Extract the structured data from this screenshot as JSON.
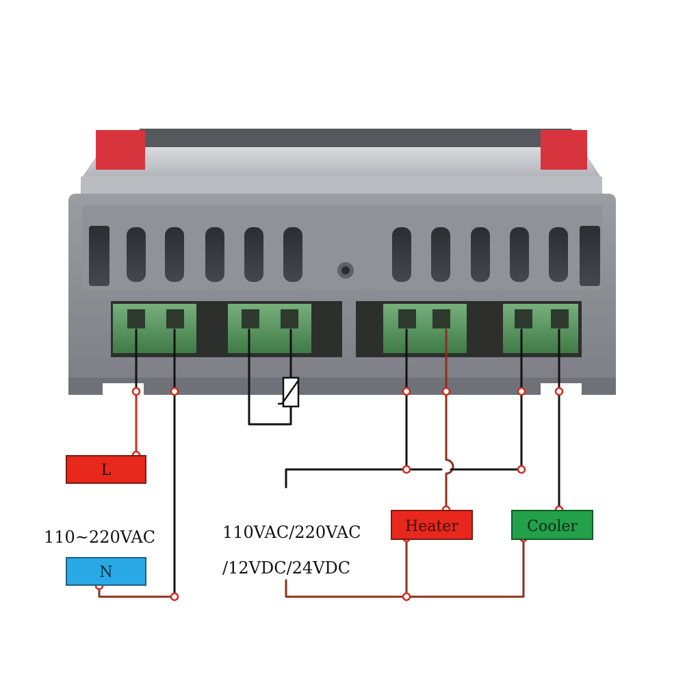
{
  "labels": {
    "live": "L",
    "neutral": "N",
    "supply_voltage": "110~220VAC",
    "load_voltage_line1": "110VAC/220VAC",
    "load_voltage_line2": "/12VDC/24VDC",
    "heater": "Heater",
    "cooler": "Cooler"
  },
  "colors": {
    "live_box": "#e8281c",
    "neutral_box": "#29a9e6",
    "heater_box": "#e8281c",
    "cooler_box": "#22a04a",
    "wire_black": "#111111",
    "wire_brown": "#8b2f1c",
    "wire_red": "#d42a1d",
    "terminal_green": "#5c9a62",
    "housing_gray": "#8a8d93"
  },
  "icons": {
    "sensor": "ntc-thermistor-icon"
  }
}
